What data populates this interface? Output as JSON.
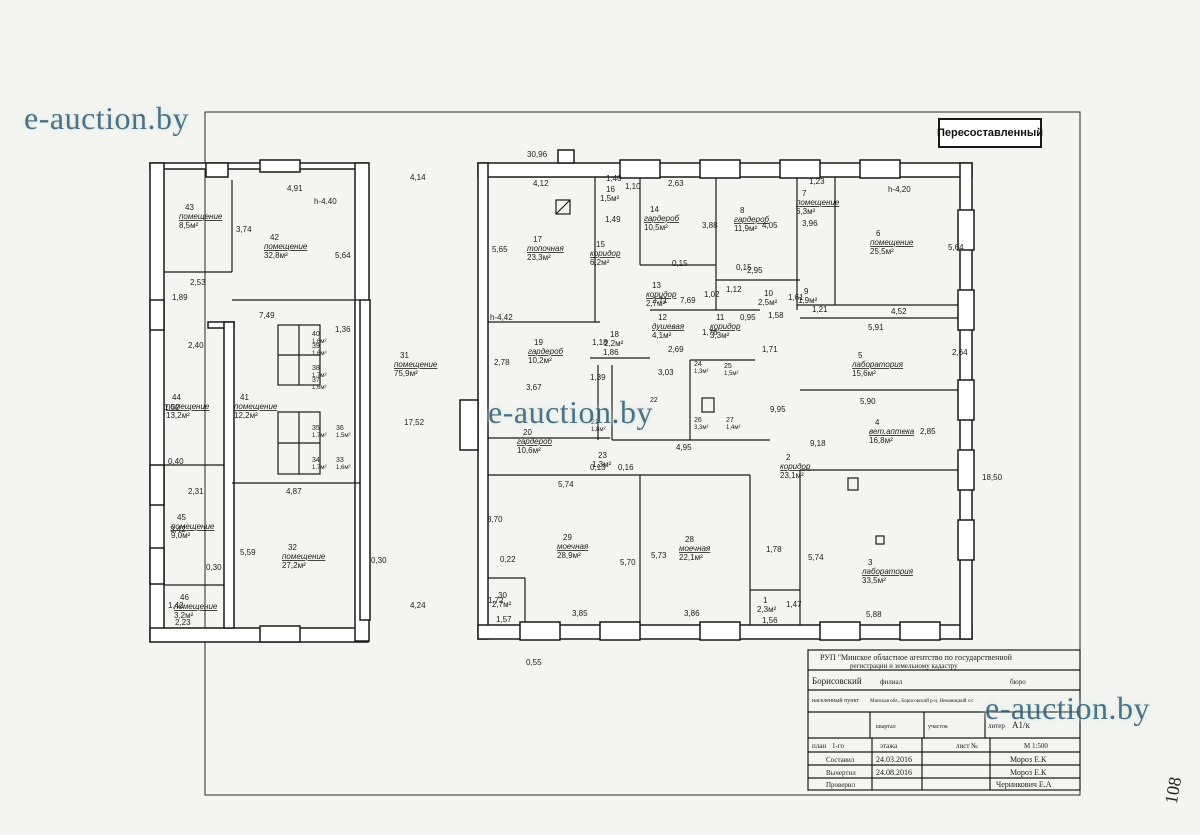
{
  "stamp": "Пересоставленный",
  "page_number": "108",
  "watermark": "e-auction.by",
  "rooms": [
    {
      "id": "43",
      "name": "помещение",
      "area": "8,5м²"
    },
    {
      "id": "42",
      "name": "помещение",
      "area": "32,8м²"
    },
    {
      "id": "44",
      "name": "помещение",
      "area": "13,2м²"
    },
    {
      "id": "41",
      "name": "помещение",
      "area": "12,2м²"
    },
    {
      "id": "31",
      "name": "помещение",
      "area": "75,9м²"
    },
    {
      "id": "45",
      "name": "помещение",
      "area": "9,0м²"
    },
    {
      "id": "32",
      "name": "помещение",
      "area": "27,2м²"
    },
    {
      "id": "46",
      "name": "помещение",
      "area": "3,2м²"
    },
    {
      "id": "17",
      "name": "топочная",
      "area": "23,3м²"
    },
    {
      "id": "16",
      "name": "",
      "area": "1,5м²"
    },
    {
      "id": "14",
      "name": "гардероб",
      "area": "10,5м²"
    },
    {
      "id": "8",
      "name": "гардероб",
      "area": "11,9м²"
    },
    {
      "id": "7",
      "name": "помещение",
      "area": "6,3м²"
    },
    {
      "id": "6",
      "name": "помещение",
      "area": "25,5м²"
    },
    {
      "id": "15",
      "name": "коридор",
      "area": "6,2м²"
    },
    {
      "id": "13",
      "name": "коридор",
      "area": "2,7м²"
    },
    {
      "id": "12",
      "name": "душевая",
      "area": "4,1м²"
    },
    {
      "id": "11",
      "name": "коридор",
      "area": "3,3м²"
    },
    {
      "id": "10",
      "name": "",
      "area": "2,5м²"
    },
    {
      "id": "9",
      "name": "",
      "area": "1,9м²"
    },
    {
      "id": "19",
      "name": "гардероб",
      "area": "10,2м²"
    },
    {
      "id": "18",
      "name": "",
      "area": "2,2м²"
    },
    {
      "id": "5",
      "name": "лаборатория",
      "area": "15,6м²"
    },
    {
      "id": "4",
      "name": "вет.аптека",
      "area": "16,8м²"
    },
    {
      "id": "20",
      "name": "гардероб",
      "area": "10,6м²"
    },
    {
      "id": "23",
      "name": "",
      "area": "1,3м²"
    },
    {
      "id": "2",
      "name": "коридор",
      "area": "23,1м²"
    },
    {
      "id": "29",
      "name": "моечная",
      "area": "28,9м²"
    },
    {
      "id": "28",
      "name": "моечная",
      "area": "22,1м²"
    },
    {
      "id": "3",
      "name": "лаборатория",
      "area": "33,5м²"
    },
    {
      "id": "30",
      "name": "",
      "area": "2,7м²"
    },
    {
      "id": "1",
      "name": "",
      "area": "2,3м²"
    }
  ],
  "small_rooms": [
    {
      "id": "40",
      "area": "1,6м²"
    },
    {
      "id": "39",
      "area": "1,6м²"
    },
    {
      "id": "38",
      "area": "1,7м²"
    },
    {
      "id": "37",
      "area": "1,6м²"
    },
    {
      "id": "35",
      "area": "1,7м²"
    },
    {
      "id": "36",
      "area": "1,5м²"
    },
    {
      "id": "34",
      "area": "1,7м²"
    },
    {
      "id": "33",
      "area": "1,6м²"
    },
    {
      "id": "24",
      "area": "1,3м²"
    },
    {
      "id": "25",
      "area": "1,5м²"
    },
    {
      "id": "26",
      "area": "3,3м²"
    },
    {
      "id": "27",
      "area": "1,4м²"
    },
    {
      "id": "22",
      "area": ""
    },
    {
      "id": "21",
      "area": "1,8м²"
    }
  ],
  "dimensions": [
    "4,91",
    "h-4.40",
    "3,74",
    "5,64",
    "2,53",
    "1,89",
    "7,49",
    "1,36",
    "2,40",
    "1,52",
    "0,40",
    "2,31",
    "3,42",
    "5,59",
    "0,30",
    "4,87",
    "0,30",
    "1,42",
    "2,23",
    "4,14",
    "17,52",
    "4,24",
    "30,96",
    "4,12",
    "1,40",
    "1,10",
    "2,63",
    "1,23",
    "h-4,20",
    "5,65",
    "1,49",
    "3,88",
    "4,05",
    "3,96",
    "0,15",
    "2,95",
    "1,12",
    "1,02",
    "0,15",
    "1,61",
    "1,21",
    "1,58",
    "4,52",
    "5,64",
    "h-4,42",
    "2,78",
    "1,18",
    "1,86",
    "2,69",
    "1,76",
    "0,95",
    "5,91",
    "1,71",
    "2,64",
    "3,67",
    "1,39",
    "3,03",
    "9,95",
    "5,90",
    "2,85",
    "4,95",
    "0,13",
    "0,16",
    "9,18",
    "18,50",
    "5,74",
    "3,70",
    "0,22",
    "5,70",
    "5,73",
    "1,78",
    "5,74",
    "1,72",
    "1,57",
    "3,85",
    "3,86",
    "1,47",
    "1,56",
    "5,88",
    "0,55",
    "7,69",
    "2,71"
  ],
  "title_block": {
    "org_line1": "РУП \"Минское областное агентство по государственной",
    "org_line2": "регистрации и земельному кадастру",
    "branch": "Борисовский",
    "branch_label": "филиал",
    "bureau_label": "бюро",
    "locality_label": "населенный пункт",
    "address": "Минская обл., Борисовский р-н, Неманицкий с/с",
    "block_label": "квартал",
    "plot_label": "участок",
    "lit_label": "литер",
    "lit_value": "А1/к",
    "plan_label": "план",
    "plan_value": "1-го",
    "floor_label": "этажа",
    "sheet_label": "лист №",
    "scale": "М 1:500",
    "compiled_label": "Составил",
    "compiled_date": "24.03.2016",
    "compiled_name": "Мороз Е.К",
    "drawn_label": "Вычертил",
    "drawn_date": "24.08.2016",
    "drawn_name": "Мороз Е.К",
    "checked_label": "Проверил",
    "checked_name": "Черникович Е.А"
  }
}
